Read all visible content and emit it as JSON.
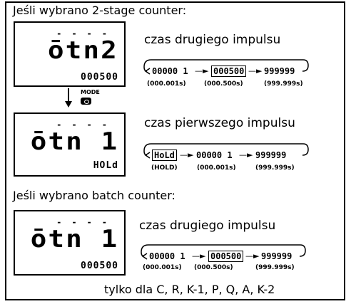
{
  "section1": {
    "heading": "Jeśli wybrano 2-stage counter:",
    "lcd1": {
      "main": "ōtn2",
      "sub": "000500"
    },
    "caption1": "czas drugiego impulsu",
    "cycle1": {
      "v1": "00000 1",
      "v2": "000500",
      "v3": "999999",
      "n1": "(000.001s)",
      "n2": "(000.500s)",
      "n3": "(999.999s)"
    },
    "mode_label": "MODE",
    "lcd2": {
      "main": "ōtn 1",
      "sub": "HOLd"
    },
    "caption2": "czas pierwszego impulsu",
    "cycle2": {
      "v1": "HoLd",
      "v2": "00000 1",
      "v3": "999999",
      "n1": "(HOLD)",
      "n2": "(000.001s)",
      "n3": "(999.999s)"
    }
  },
  "section2": {
    "heading": "Jeśli wybrano batch counter:",
    "lcd3": {
      "main": "ōtn 1",
      "sub": "000500"
    },
    "caption3": "czas drugiego impulsu",
    "cycle3": {
      "v1": "00000 1",
      "v2": "000500",
      "v3": "999999",
      "n1": "(000.001s)",
      "n2": "(000.500s)",
      "n3": "(999.999s)"
    }
  },
  "footer": "tylko dla C, R, K-1, P, Q, A, K-2"
}
